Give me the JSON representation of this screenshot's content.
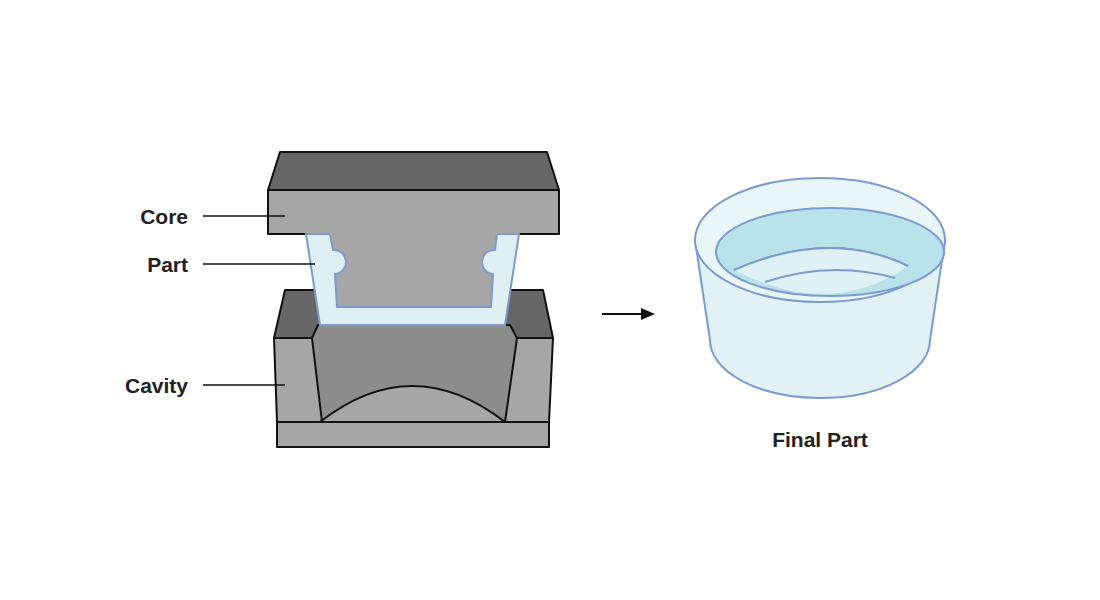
{
  "diagram": {
    "labels": [
      "Core",
      "Part",
      "Cavity",
      "Final Part"
    ]
  }
}
